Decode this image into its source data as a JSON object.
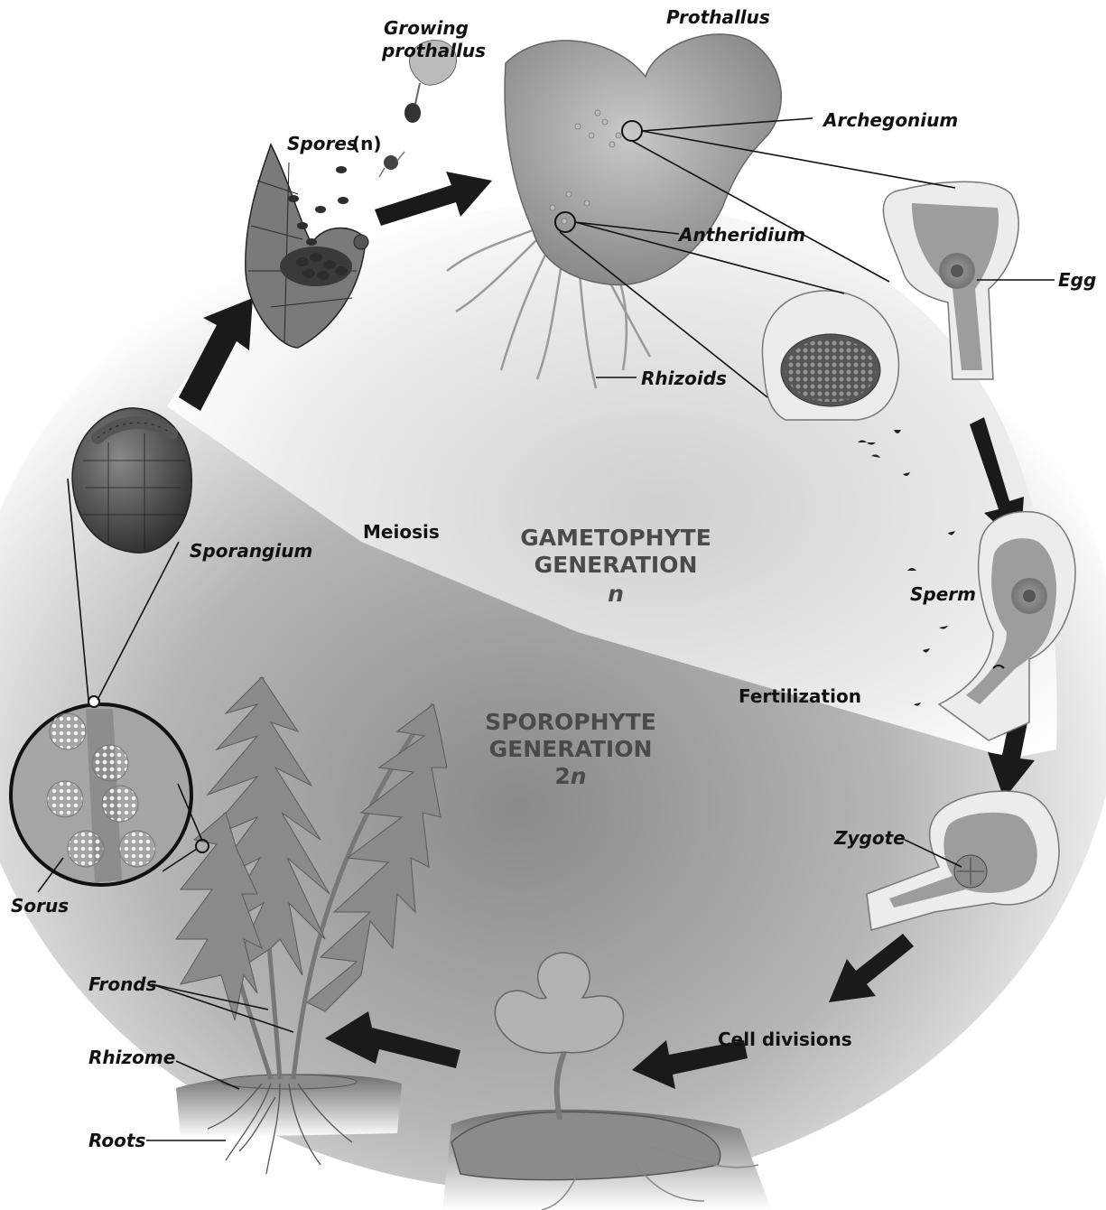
{
  "labels": {
    "prothallus": "Prothallus",
    "growing_prothallus_1": "Growing",
    "growing_prothallus_2": "prothallus",
    "spores": "Spores",
    "spores_ploidy": "(n)",
    "archegonium": "Archegonium",
    "antheridium": "Antheridium",
    "egg": "Egg",
    "rhizoids": "Rhizoids",
    "sporangium": "Sporangium",
    "meiosis": "Meiosis",
    "sperm": "Sperm",
    "fertilization": "Fertilization",
    "zygote": "Zygote",
    "sorus": "Sorus",
    "fronds": "Fronds",
    "rhizome": "Rhizome",
    "roots": "Roots",
    "cell_divisions": "Cell divisions"
  },
  "generations": {
    "gametophyte_line1": "GAMETOPHYTE",
    "gametophyte_line2": "GENERATION",
    "gametophyte_ploidy": "n",
    "sporophyte_line1": "SPOROPHYTE",
    "sporophyte_line2": "GENERATION",
    "sporophyte_ploidy_num": "2",
    "sporophyte_ploidy_var": "n"
  },
  "colors": {
    "background_dark": "#8c8c8c",
    "background_light": "#f4f4f4",
    "arrow": "#1a1a1a",
    "plant": "#7a7a7a"
  }
}
